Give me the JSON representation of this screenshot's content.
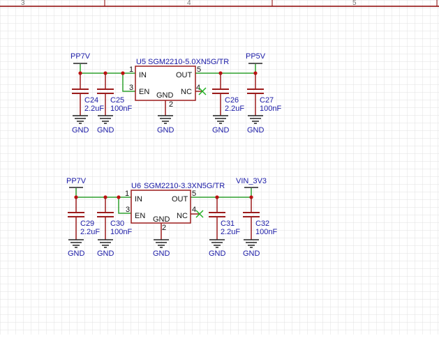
{
  "ruler": {
    "columns": [
      "3",
      "4",
      "5"
    ]
  },
  "colors": {
    "wire": "#2ea02e",
    "part": "#9c1c1c",
    "label": "#1a1aa6",
    "noconnect": "#22b022"
  },
  "regulators": [
    {
      "designator": "U5",
      "part_number": "SGM2210-5.0XN5G/TR",
      "input_net": "PP7V",
      "output_net": "PP5V",
      "pins": {
        "in": {
          "name": "IN",
          "number": "1"
        },
        "en": {
          "name": "EN",
          "number": "3"
        },
        "gnd": {
          "name": "GND",
          "number": "2"
        },
        "nc": {
          "name": "NC",
          "number": "4"
        },
        "out": {
          "name": "OUT",
          "number": "5"
        }
      },
      "gnd_net": "GND",
      "capacitors": [
        {
          "ref": "C24",
          "value": "2.2uF"
        },
        {
          "ref": "C25",
          "value": "100nF"
        },
        {
          "ref": "C26",
          "value": "2.2uF"
        },
        {
          "ref": "C27",
          "value": "100nF"
        }
      ]
    },
    {
      "designator": "U6",
      "part_number": "SGM2210-3.3XN5G/TR",
      "input_net": "PP7V",
      "output_net": "VIN_3V3",
      "pins": {
        "in": {
          "name": "IN",
          "number": "1"
        },
        "en": {
          "name": "EN",
          "number": "3"
        },
        "gnd": {
          "name": "GND",
          "number": "2"
        },
        "nc": {
          "name": "NC",
          "number": "4"
        },
        "out": {
          "name": "OUT",
          "number": "5"
        }
      },
      "gnd_net": "GND",
      "capacitors": [
        {
          "ref": "C29",
          "value": "2.2uF"
        },
        {
          "ref": "C30",
          "value": "100nF"
        },
        {
          "ref": "C31",
          "value": "2.2uF"
        },
        {
          "ref": "C32",
          "value": "100nF"
        }
      ]
    }
  ]
}
